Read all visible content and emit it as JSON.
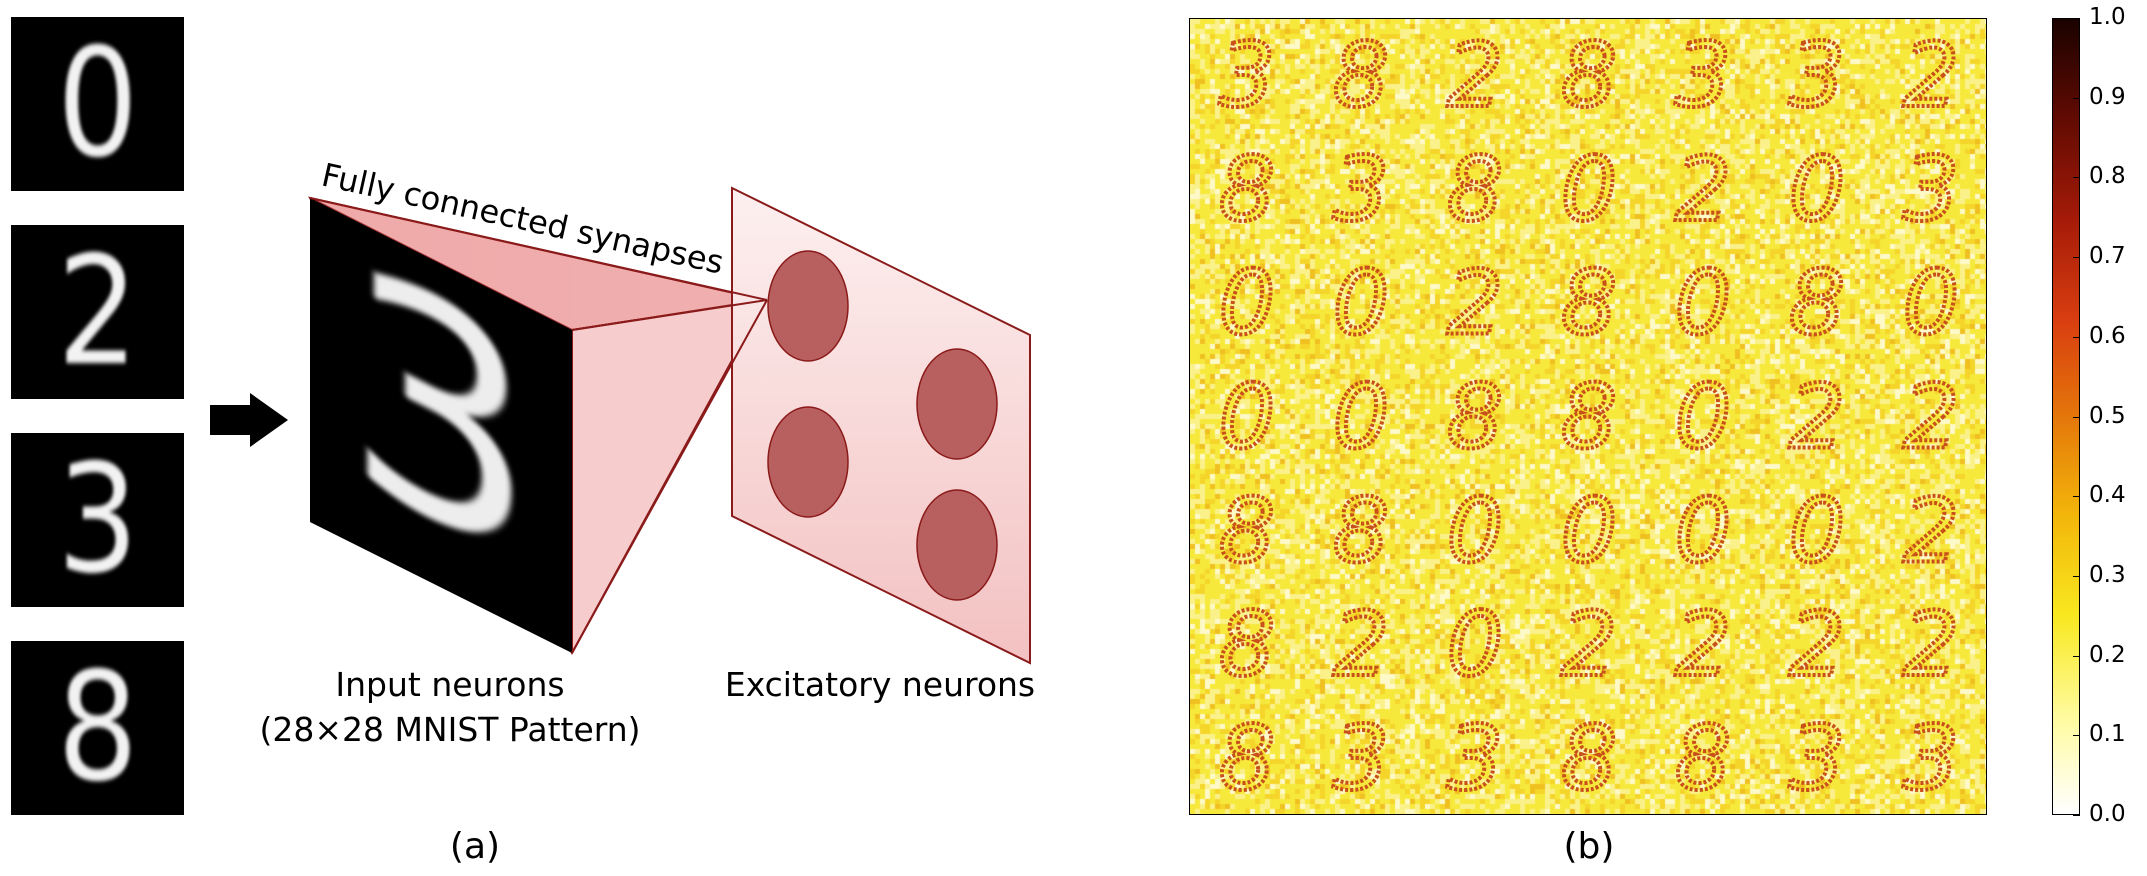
{
  "panel_a": {
    "input_digits": [
      "0",
      "2",
      "3",
      "8"
    ],
    "input_pattern_digit": "3",
    "synapse_label": "Fully connected synapses",
    "input_label_line1": "Input neurons",
    "input_label_line2": "(28×28 MNIST Pattern)",
    "excitatory_label": "Excitatory neurons",
    "caption": "(a)"
  },
  "panel_b": {
    "caption": "(b)",
    "weight_grid": [
      [
        "3",
        "8",
        "2",
        "8",
        "3",
        "3",
        "2"
      ],
      [
        "8",
        "3",
        "8",
        "0",
        "2",
        "0",
        "3"
      ],
      [
        "0",
        "0",
        "2",
        "8",
        "0",
        "8",
        "0"
      ],
      [
        "0",
        "0",
        "8",
        "8",
        "0",
        "2",
        "2"
      ],
      [
        "8",
        "8",
        "0",
        "0",
        "0",
        "0",
        "2"
      ],
      [
        "8",
        "2",
        "0",
        "2",
        "2",
        "2",
        "2"
      ],
      [
        "8",
        "3",
        "3",
        "8",
        "8",
        "3",
        "3"
      ]
    ],
    "colorbar_ticks": [
      "0.0",
      "0.1",
      "0.2",
      "0.3",
      "0.4",
      "0.5",
      "0.6",
      "0.7",
      "0.8",
      "0.9",
      "1.0"
    ],
    "colors": {
      "background": "#f7e83a",
      "digit": "#c8501a",
      "frame": "#000000"
    }
  },
  "colors": {
    "tile_bg": "#000000",
    "pyramid_face": "#f2b8b8",
    "pyramid_edge": "#8b1a1a",
    "plane_face": "#fbe3e3",
    "neuron_fill": "#b86060"
  }
}
